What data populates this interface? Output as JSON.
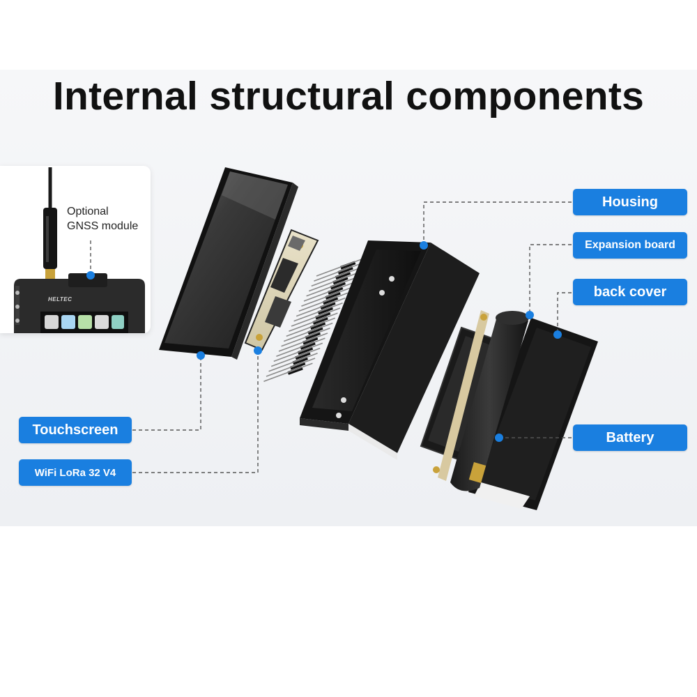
{
  "title": "Internal structural components",
  "gnss_note": "Optional\nGNSS module",
  "brand_logo": "HELTEC",
  "labels": {
    "housing": "Housing",
    "expansion_board": "Expansion board",
    "back_cover": "back cover",
    "battery": "Battery",
    "touchscreen": "Touchscreen",
    "wifi_lora": "WiFi LoRa 32 V4"
  },
  "colors": {
    "label_bg": "#1a7fe0",
    "label_text": "#ffffff",
    "marker": "#1a7fe0",
    "leader_line": "#555555",
    "component_dark": "#1b1b1b"
  },
  "icons": [
    "antenna-icon",
    "device-icon",
    "touchscreen-panel",
    "lora-board",
    "pin-header",
    "housing-shell",
    "expansion-board",
    "battery-cell",
    "back-cover-plate"
  ]
}
